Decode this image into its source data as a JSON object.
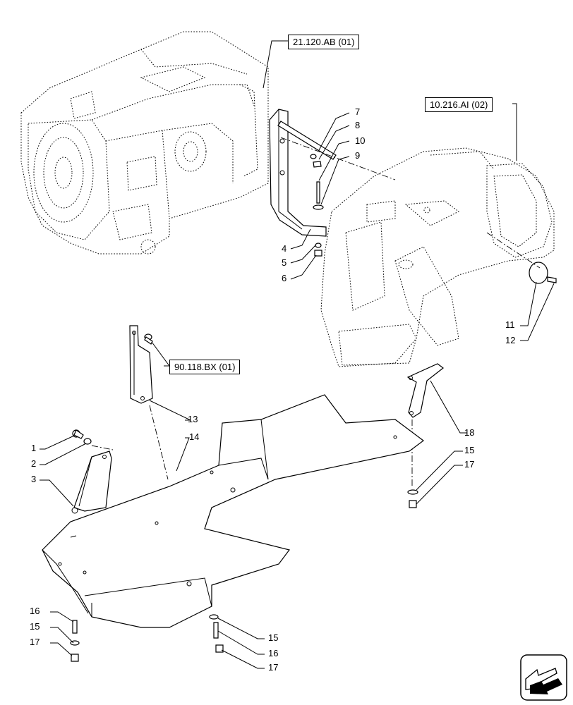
{
  "references": [
    {
      "id": "ref-21-120-ab",
      "text": "21.120.AB (01)"
    },
    {
      "id": "ref-10-216-ai",
      "text": "10.216.AI (02)"
    },
    {
      "id": "ref-90-118-bx",
      "text": "90.118.BX (01)"
    }
  ],
  "callouts": {
    "c7": "7",
    "c8": "8",
    "c10": "10",
    "c9": "9",
    "c4": "4",
    "c5": "5",
    "c6": "6",
    "c11": "11",
    "c12": "12",
    "c13": "13",
    "c14": "14",
    "c18": "18",
    "c1": "1",
    "c2": "2",
    "c3": "3",
    "c15a": "15",
    "c17a": "17",
    "c16b": "16",
    "c15b": "15",
    "c17b": "17",
    "c15c": "15",
    "c16c": "16",
    "c17c": "17"
  },
  "icons": {
    "nav": "next-page-arrow-icon"
  }
}
